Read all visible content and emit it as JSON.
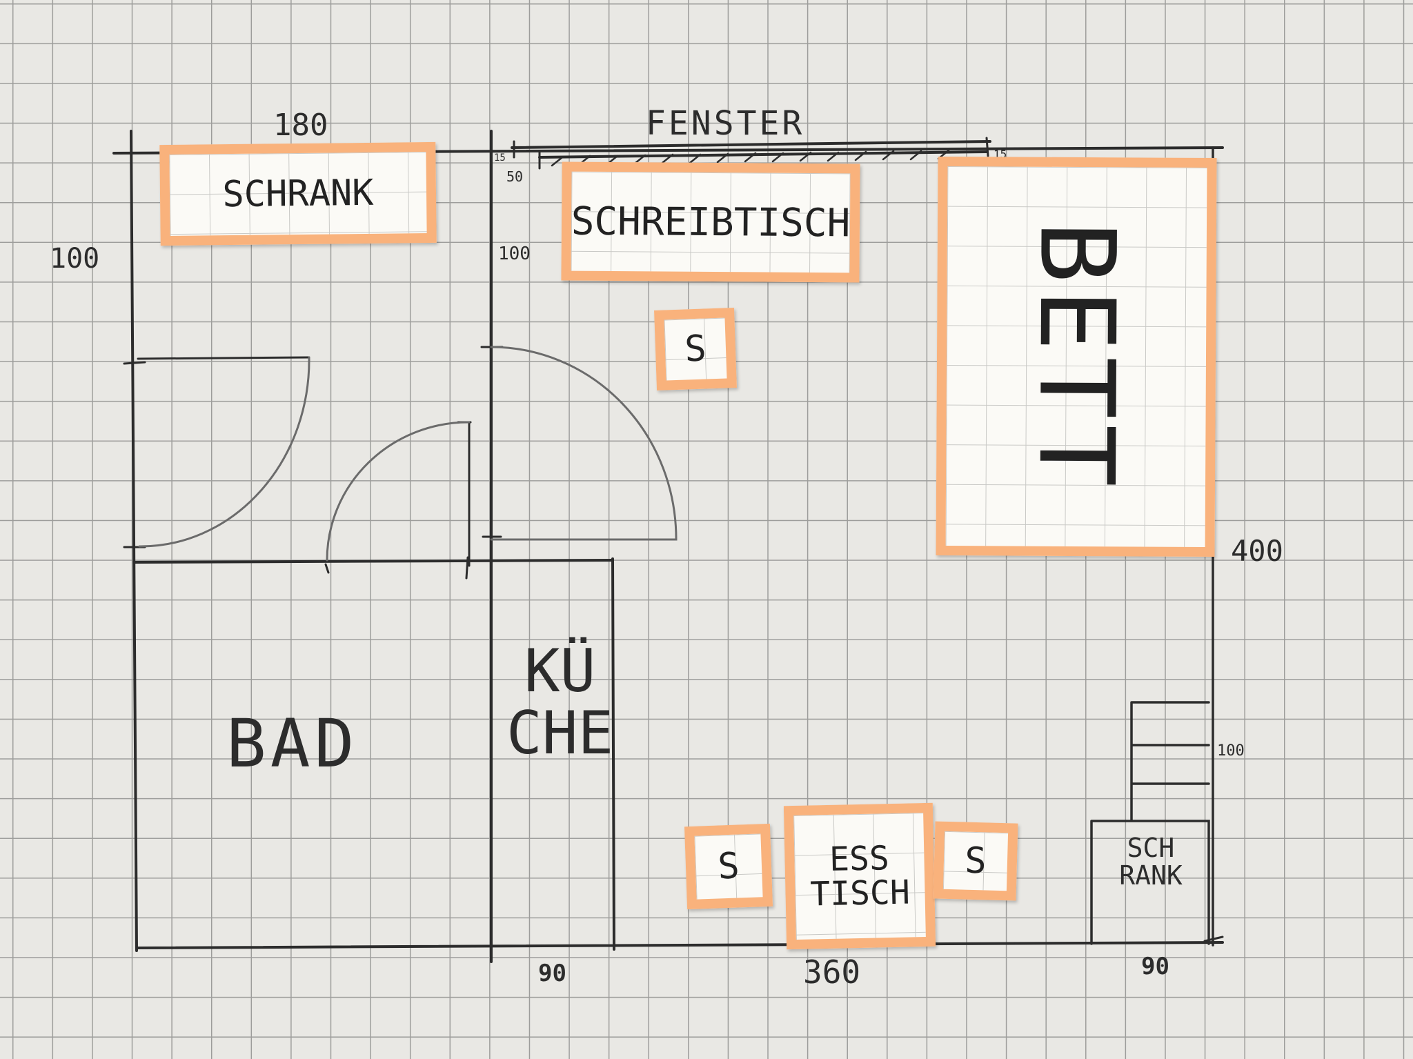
{
  "dimensions": {
    "top_left": "180",
    "left": "100",
    "window_depth": "50",
    "window_height": "100",
    "window_top_left": "15",
    "window_top_right": "15",
    "right": "400",
    "bottom": "360",
    "bottom_left_scribble": "90",
    "bottom_right_scribble": "90",
    "stair_mark": "100"
  },
  "rooms": {
    "fenster": "FENSTER",
    "bad": "BAD",
    "kueche_line1": "KÜ",
    "kueche_line2": "CHE"
  },
  "furniture": {
    "schrank_top": "SCHRANK",
    "schreibtisch": "SCHREIBTISCH",
    "stuhl_desk": "S",
    "bett": "BETT",
    "esstisch_line1": "ESS",
    "esstisch_line2": "TISCH",
    "stuhl_left": "S",
    "stuhl_right": "S",
    "schrank_bottom_line1": "SCH",
    "schrank_bottom_line2": "RANK"
  },
  "colors": {
    "note_border": "#f9b27c",
    "pencil": "#2c2c2c"
  }
}
